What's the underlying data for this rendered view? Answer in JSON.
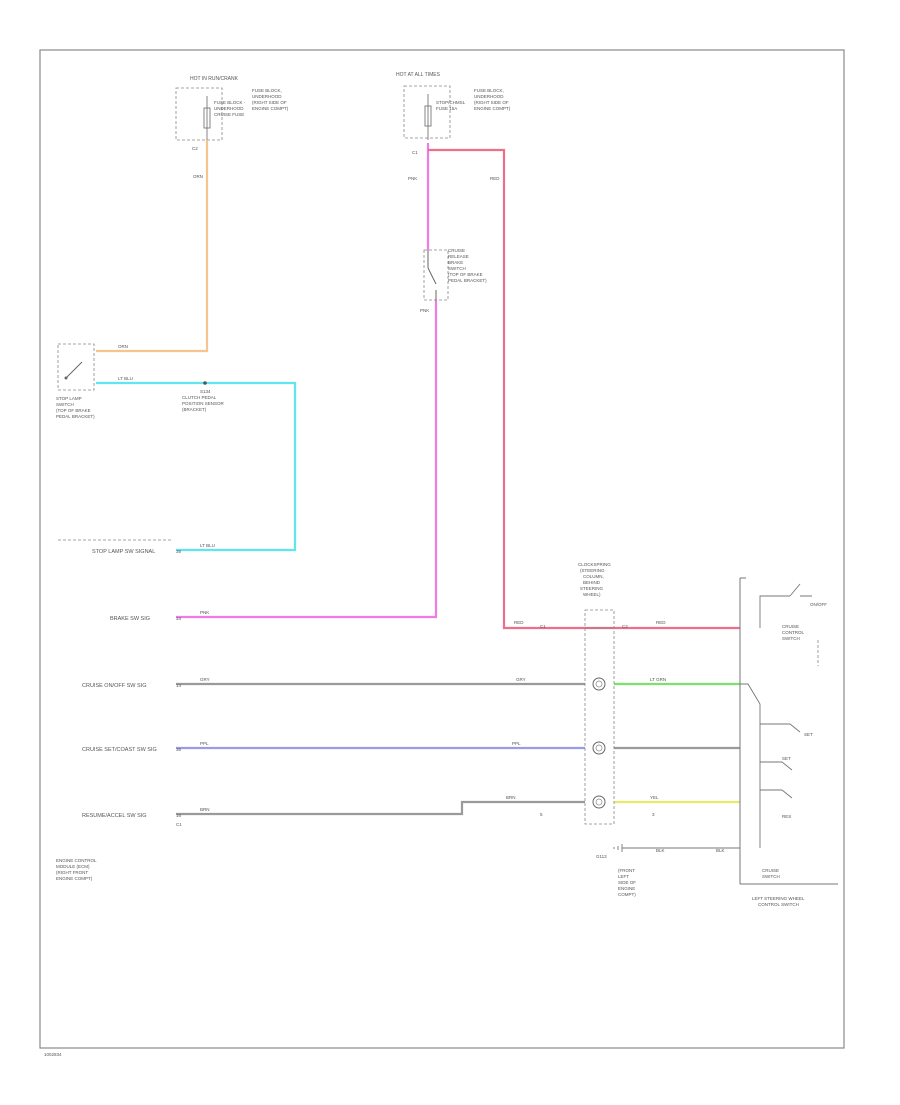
{
  "diagram": {
    "fuses": {
      "left": {
        "source": "HOT IN RUN/CRANK",
        "lines": [
          "FUSE BLOCK -",
          "UNDERHOOD",
          "CRUISE FUSE"
        ],
        "desc": [
          "FUSE BLOCK,",
          "UNDERHOOD",
          "(RIGHT SIDE OF",
          "ENGINE COMPT)"
        ]
      },
      "right": {
        "source": "HOT AT ALL TIMES",
        "lines": [
          "STOP/CHMSL",
          "FUSE 15A"
        ],
        "desc": [
          "FUSE BLOCK,",
          "UNDERHOOD",
          "(RIGHT SIDE OF",
          "ENGINE COMPT)"
        ]
      }
    },
    "stop_switch": {
      "lines": [
        "STOP LAMP",
        "SWITCH",
        "(TOP OF BRAKE",
        "PEDAL BRACKET)"
      ]
    },
    "brake_switch": {
      "lines": [
        "CRUISE",
        "RELEASE",
        "BRAKE",
        "SWITCH",
        "(TOP OF BRAKE",
        "PEDAL BRACKET)"
      ]
    },
    "splice": {
      "lines": [
        "S134",
        "CLUTCH PEDAL",
        "POSITION SENSOR",
        "(BRACKET)"
      ]
    },
    "clockspring": {
      "lines": [
        "CLOCKSPRING",
        "(STEERING",
        "COLUMN,",
        "BEHIND",
        "STEERING",
        "WHEEL)"
      ]
    },
    "ecm": {
      "signals": [
        "STOP LAMP SW SIGNAL",
        "BRAKE SW SIG",
        "CRUISE ON/OFF SW SIG",
        "CRUISE SET/COAST SW SIG",
        "RESUME/ACCEL SW SIG"
      ],
      "lines": [
        "ENGINE CONTROL",
        "MODULE (ECM)",
        "(RIGHT FRONT",
        "ENGINE COMPT)"
      ]
    },
    "cruise_switch": {
      "labels": [
        "ON/OFF",
        "SET",
        "RES"
      ],
      "lines": [
        "CRUISE",
        "CONTROL",
        "SWITCH"
      ],
      "desc": [
        "LEFT STEERING WHEEL",
        "CONTROL SWITCH"
      ]
    },
    "ground": {
      "id": "G113",
      "lines": [
        "(FRONT",
        "LEFT",
        "SIDE OF",
        "ENGINE",
        "COMPT)"
      ]
    },
    "wire_tags": {
      "orange": "ORN",
      "light_blue": "LT BLU",
      "pink": "PNK",
      "red": "RED",
      "gray": "GRY",
      "light_green": "LT GRN",
      "purple": "PPL",
      "yellow": "YEL",
      "brown": "BRN",
      "black": "BLK"
    },
    "page_id": "1002834"
  },
  "colors": {
    "orange": "#f6c48f",
    "light_blue": "#5fe6ee",
    "pink": "#ee7be8",
    "red": "#ee6f8a",
    "gray": "#9a9a9a",
    "light_green": "#7be36c",
    "purple": "#9a9ce8",
    "yellow": "#e9ea6a",
    "frame": "#888888"
  }
}
